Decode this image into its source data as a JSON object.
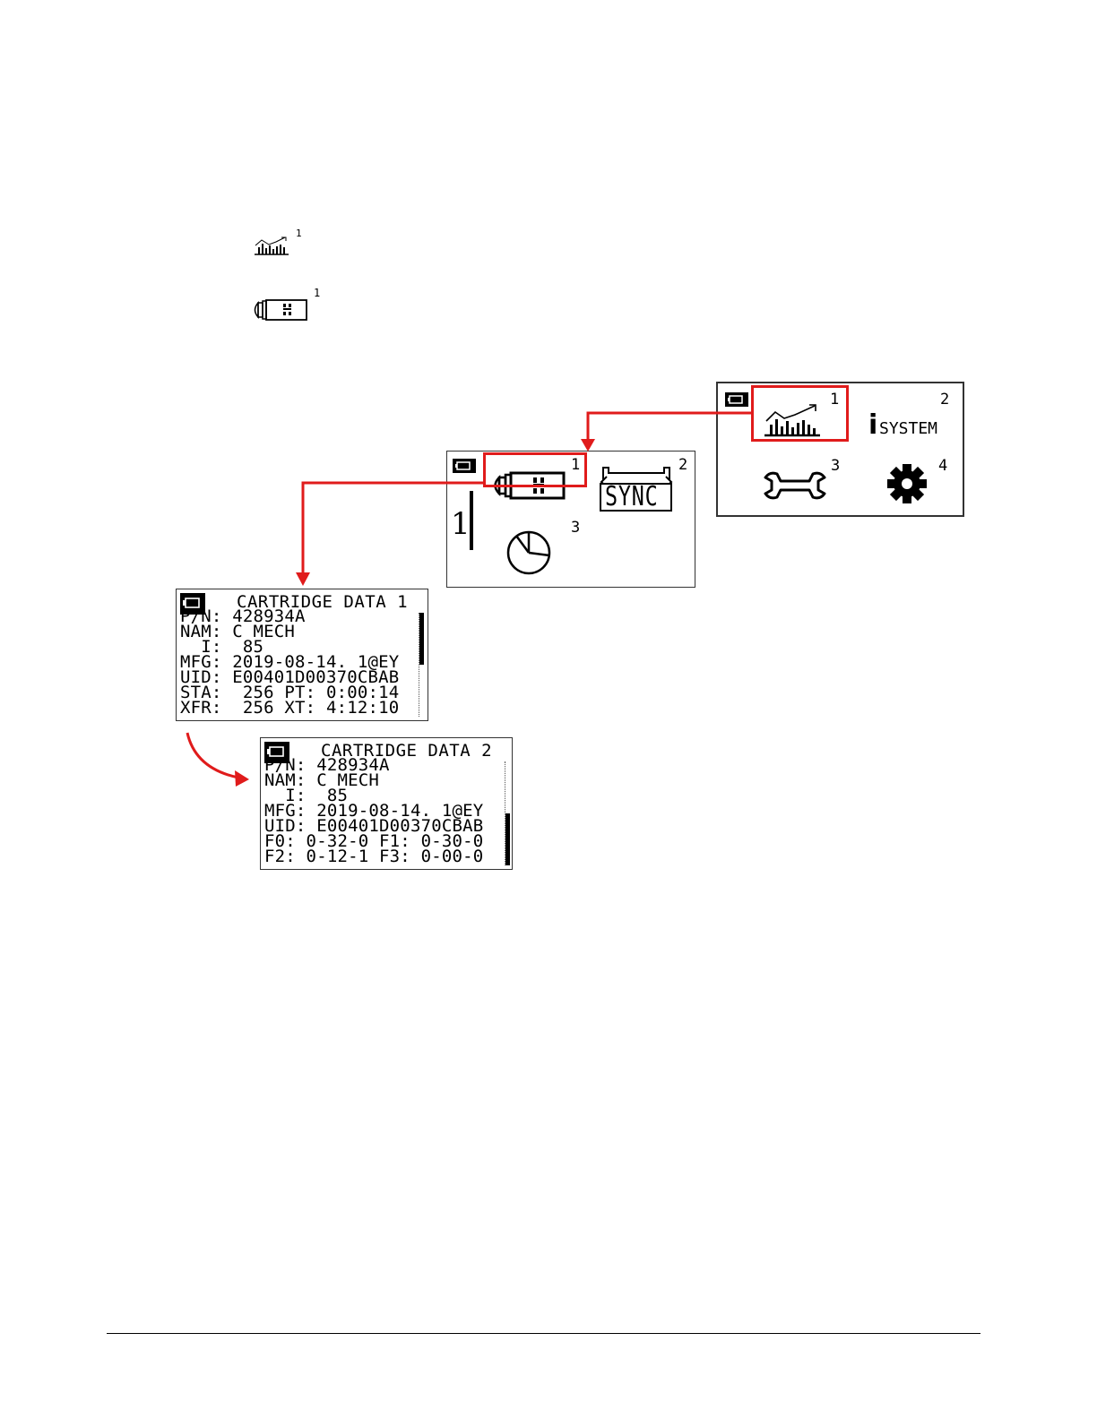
{
  "top_icons": {
    "analytics_num": "1",
    "cartridge_num": "1"
  },
  "main_menu": {
    "items": [
      {
        "num": "1",
        "icon": "bar-chart-trend-icon"
      },
      {
        "num": "2",
        "label_i": "i",
        "label": "SYSTEM"
      },
      {
        "num": "3",
        "icon": "wrench-icon"
      },
      {
        "num": "4",
        "icon": "gear-icon"
      }
    ]
  },
  "sub_menu": {
    "side_value": "1",
    "items": [
      {
        "num": "1",
        "icon": "cartridge-icon"
      },
      {
        "num": "2",
        "label": "SYNC"
      },
      {
        "num": "3",
        "icon": "pie-chart-icon"
      }
    ]
  },
  "cartridge_data_1": {
    "title": "CARTRIDGE DATA 1",
    "lines": [
      "P/N: 428934A",
      "NAM: C MECH",
      "  I:  85",
      "MFG: 2019-08-14. 1@EY",
      "UID: E00401D00370CBAB",
      "STA:  256 PT: 0:00:14",
      "XFR:  256 XT: 4:12:10"
    ]
  },
  "cartridge_data_2": {
    "title": "CARTRIDGE DATA 2",
    "lines": [
      "P/N: 428934A",
      "NAM: C MECH",
      "  I:  85",
      "MFG: 2019-08-14. 1@EY",
      "UID: E00401D00370CBAB",
      "F0: 0-32-0 F1: 0-30-0",
      "F2: 0-12-1 F3: 0-00-0"
    ]
  },
  "colors": {
    "highlight": "#e01b1b",
    "lcd_border": "#333333",
    "ink": "#000000"
  }
}
